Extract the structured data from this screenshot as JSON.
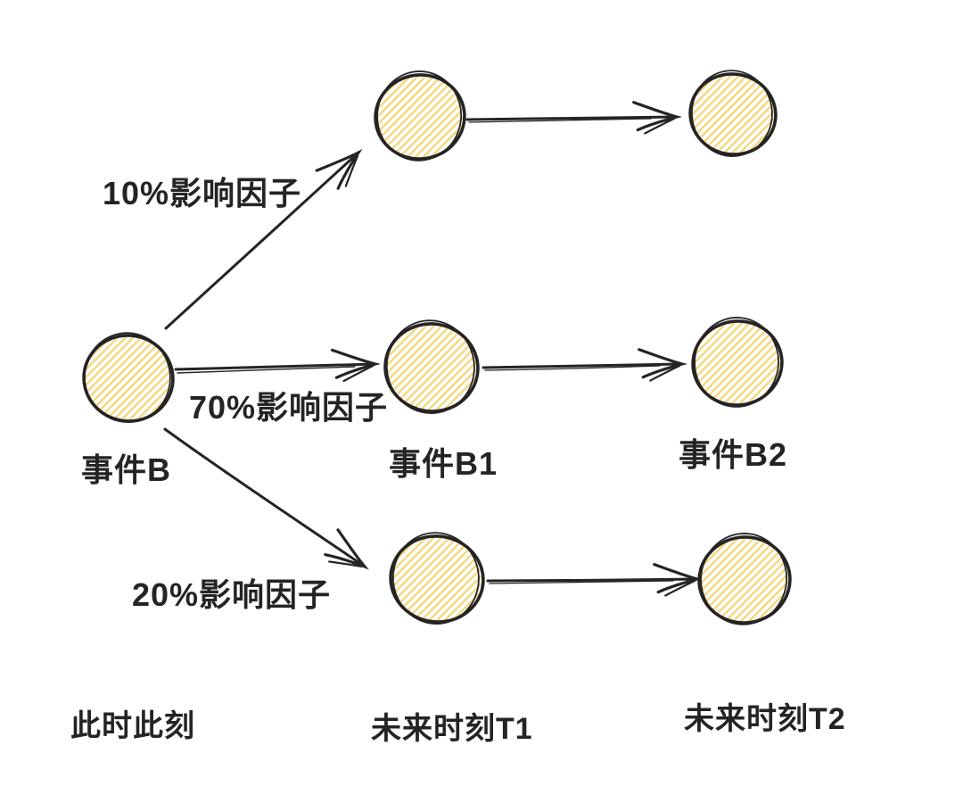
{
  "colors": {
    "background": "#FFFFFF",
    "ink": "#242424",
    "node_hatch_fill": "#F5D77E"
  },
  "nodes": [
    {
      "id": "event-b",
      "label": "事件B"
    },
    {
      "id": "event-b1",
      "label": "事件B1"
    },
    {
      "id": "event-b2",
      "label": "事件B2"
    },
    {
      "id": "branch-top-t1",
      "label": ""
    },
    {
      "id": "branch-top-t2",
      "label": ""
    },
    {
      "id": "branch-bottom-t1",
      "label": ""
    },
    {
      "id": "branch-bottom-t2",
      "label": ""
    }
  ],
  "edges": [
    {
      "from": "event-b",
      "to": "branch-top-t1",
      "label": "10%影响因子"
    },
    {
      "from": "event-b",
      "to": "event-b1",
      "label": "70%影响因子"
    },
    {
      "from": "event-b",
      "to": "branch-bottom-t1",
      "label": "20%影响因子"
    },
    {
      "from": "branch-top-t1",
      "to": "branch-top-t2",
      "label": ""
    },
    {
      "from": "event-b1",
      "to": "event-b2",
      "label": ""
    },
    {
      "from": "branch-bottom-t1",
      "to": "branch-bottom-t2",
      "label": ""
    }
  ],
  "timeline": [
    "此时此刻",
    "未来时刻T1",
    "未来时刻T2"
  ]
}
